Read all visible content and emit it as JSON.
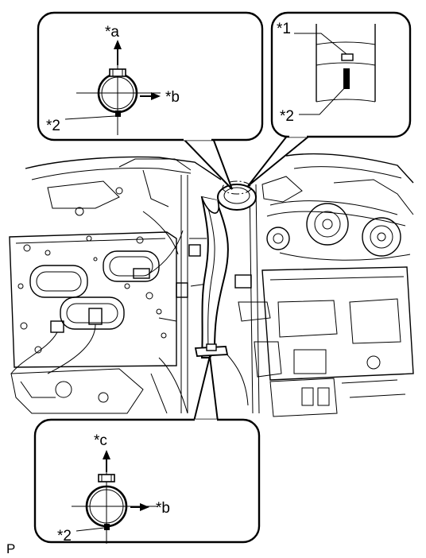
{
  "callouts": {
    "top_left": {
      "label_up": "*a",
      "label_right": "*b",
      "label_mark": "*2"
    },
    "top_right": {
      "label_clamp": "*1",
      "label_mark": "*2"
    },
    "bottom": {
      "label_up": "*c",
      "label_right": "*b",
      "label_mark": "*2"
    }
  },
  "figure_code": "P"
}
